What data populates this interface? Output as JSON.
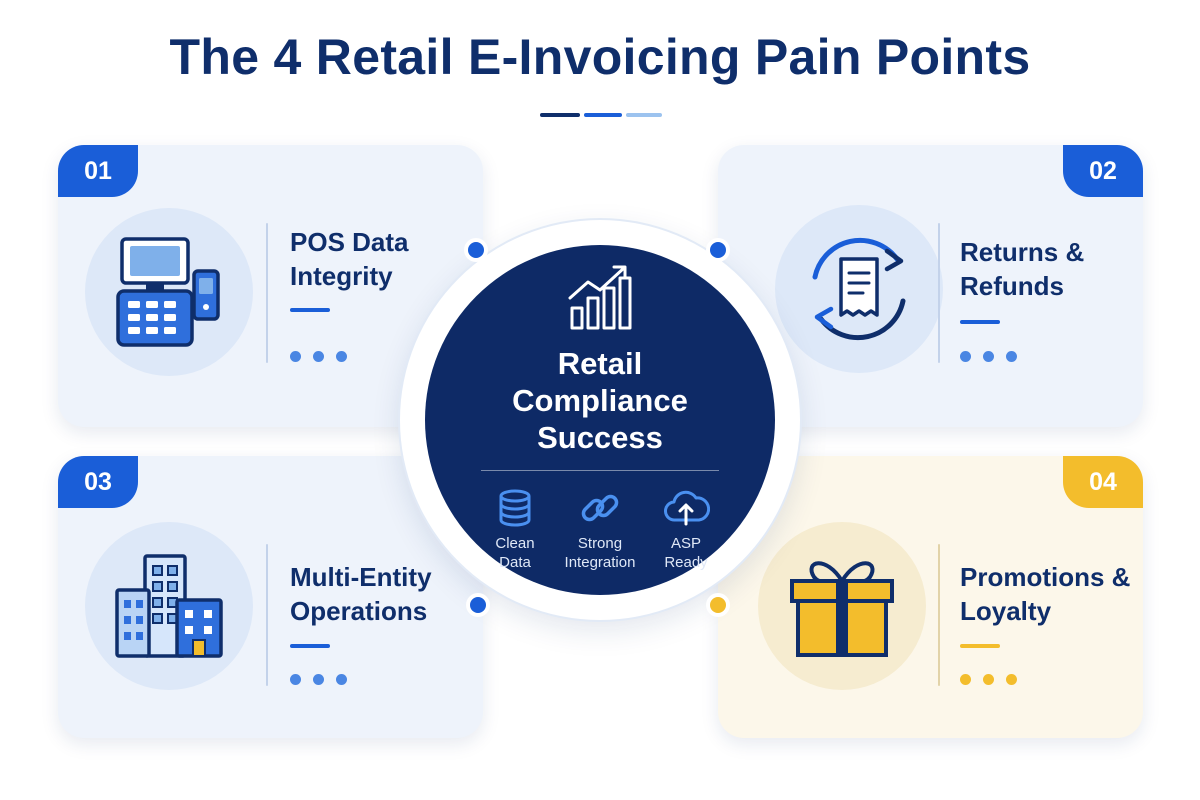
{
  "title": "The 4 Retail E-Invoicing Pain Points",
  "colors": {
    "navy": "#0f2e6b",
    "hub_navy": "#0e2a66",
    "blue": "#1a5ed8",
    "light_blue": "#7fb0ea",
    "gold": "#f3bd2c"
  },
  "cards": [
    {
      "number": "01",
      "title_line1": "POS Data",
      "title_line2": "Integrity",
      "icon": "pos-terminal-icon",
      "accent": "blue"
    },
    {
      "number": "02",
      "title_line1": "Returns &",
      "title_line2": "Refunds",
      "icon": "refresh-receipt-icon",
      "accent": "blue"
    },
    {
      "number": "03",
      "title_line1": "Multi-Entity",
      "title_line2": "Operations",
      "icon": "buildings-icon",
      "accent": "blue"
    },
    {
      "number": "04",
      "title_line1": "Promotions &",
      "title_line2": "Loyalty",
      "icon": "gift-box-icon",
      "accent": "gold"
    }
  ],
  "hub": {
    "icon": "growth-chart-icon",
    "title_line1": "Retail",
    "title_line2": "Compliance",
    "title_line3": "Success",
    "pillars": [
      {
        "icon": "database-icon",
        "line1": "Clean",
        "line2": "Data"
      },
      {
        "icon": "link-icon",
        "line1": "Strong",
        "line2": "Integration"
      },
      {
        "icon": "cloud-upload-icon",
        "line1": "ASP",
        "line2": "Ready"
      }
    ]
  }
}
